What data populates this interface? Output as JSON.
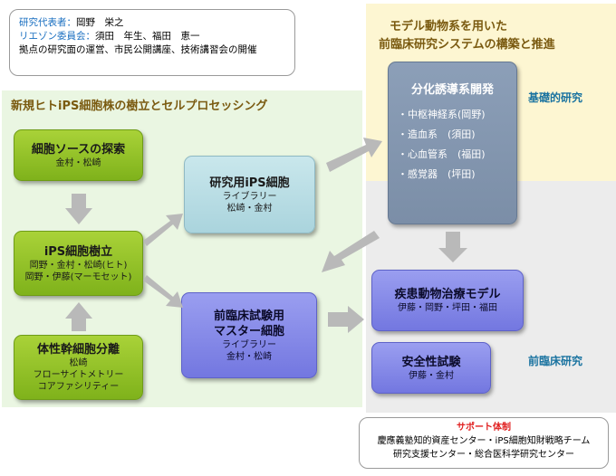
{
  "top_info": {
    "rep_label": "研究代表者：",
    "rep_name": "岡野　栄之",
    "liaison_label": "リエゾン委員会：",
    "liaison_names": "須田　年生、福田　恵一",
    "description": "拠点の研究面の運営、市民公開講座、技術講習会の開催"
  },
  "regions": {
    "left_title": "新規ヒトiPS細胞株の樹立とセルプロセッシング",
    "right_title_line1": "モデル動物系を用いた",
    "right_title_line2": "前臨床研究システムの構築と推進",
    "basic_research": "基礎的研究",
    "preclinical_research": "前臨床研究"
  },
  "boxes": {
    "cell_source": {
      "title": "細胞ソースの探索",
      "sub": "金村・松崎"
    },
    "ips_establish": {
      "title": "iPS細胞樹立",
      "sub1": "岡野・金村・松崎(ヒト)",
      "sub2": "岡野・伊藤(マーモセット)"
    },
    "somatic_stem": {
      "title": "体性幹細胞分離",
      "sub1": "松崎",
      "sub2": "フローサイトメトリー",
      "sub3": "コアファシリティー"
    },
    "research_ips": {
      "title": "研究用iPS細胞",
      "sub1": "ライブラリー",
      "sub2": "松崎・金村"
    },
    "master_cell": {
      "title1": "前臨床試験用",
      "title2": "マスター細胞",
      "sub1": "ライブラリー",
      "sub2": "金村・松崎"
    },
    "differentiation": {
      "title": "分化誘導系開発",
      "items": [
        "・中枢神経系(岡野)",
        "・造血系　(須田)",
        "・心血管系　(福田)",
        "・感覚器　(坪田)"
      ]
    },
    "disease_model": {
      "title": "疾患動物治療モデル",
      "sub": "伊藤・岡野・坪田・福田"
    },
    "safety_test": {
      "title": "安全性試験",
      "sub": "伊藤・金村"
    }
  },
  "support": {
    "title": "サポート体制",
    "line1": "慶應義塾知的資産センター・iPS細胞知財戦略チーム",
    "line2": "研究支援センター・総合医科学研究センター"
  },
  "colors": {
    "green": "#8bbd22",
    "teal": "#b6dbe3",
    "purple": "#8286e8",
    "slate": "#8497b0",
    "left_bg": "#eaf6e2",
    "yellow_bg": "#fdf6d2",
    "gray_bg": "#ececec",
    "support_red": "#e02020"
  }
}
